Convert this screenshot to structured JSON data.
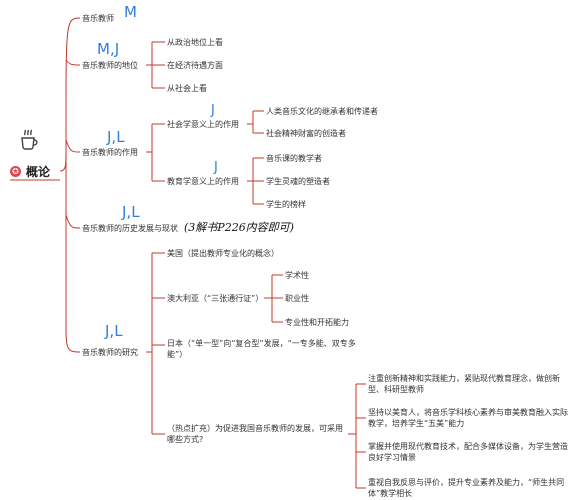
{
  "root": {
    "label": "概论",
    "icon": "coffee-cup-icon",
    "badge_icon": "star-badge-icon"
  },
  "branches": {
    "b1": {
      "label": "音乐教师",
      "annotation": "M"
    },
    "b2": {
      "label": "音乐教师的地位",
      "annotation": "M,J",
      "children": [
        "从政治地位上看",
        "在经济待遇方面",
        "从社会上看"
      ]
    },
    "b3": {
      "label": "音乐教师的作用",
      "annotation": "J,L",
      "social": {
        "label": "社会学意义上的作用",
        "annotation": "J",
        "children": [
          "人类音乐文化的继承者和传递者",
          "社会精神财富的创造者"
        ]
      },
      "education": {
        "label": "教育学意义上的作用",
        "annotation": "J",
        "children": [
          "音乐课的教学者",
          "学生灵魂的塑造者",
          "学生的榜样"
        ]
      }
    },
    "b4": {
      "label": "音乐教师的历史发展与现状",
      "annotation": "J,L",
      "handwriting": "(3解书P226内容即可)"
    },
    "b5": {
      "label": "音乐教师的研究",
      "annotation": "J,L",
      "usa": "美国（提出教师专业化的概念）",
      "australia": {
        "label": "澳大利亚（“三张通行证”）",
        "children": [
          "学术性",
          "职业性",
          "专业性和开拓能力"
        ]
      },
      "japan": "日本（“单一型”向“复合型”发展，“一专多能、双专多能”）",
      "hot": {
        "label": "（热点扩充）为促进我国音乐教师的发展，可采用哪些方式?",
        "children": [
          "注重创新精神和实践能力，紧贴现代教育理念，做创新型、科研型教师",
          "坚持以美育人，将音乐学科核心素养与审美教育融入实际教学，培养学生“五美”能力",
          "掌握并使用现代教育技术，配合多媒体设备，为学生营造良好学习情景",
          "重视自我反思与评价，提升专业素养及能力，“师生共同体”教学相长"
        ]
      }
    }
  },
  "colors": {
    "line": "#c0392b",
    "annotation": "#2f7fd8",
    "badge": "#e0434b"
  }
}
